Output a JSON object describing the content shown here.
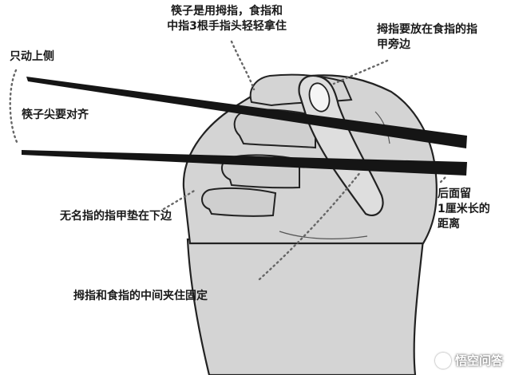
{
  "labels": {
    "top_center_line1": "筷子是用拇指，食指和",
    "top_center_line2": "中指3根手指头轻轻拿住",
    "top_right_line1": "拇指要放在食指的指",
    "top_right_line2": "甲旁边",
    "left_top": "只动上侧",
    "left_middle": "筷子尖要对齐",
    "ring_finger": "无名指的指甲垫在下边",
    "right_bottom_line1": "后面留",
    "right_bottom_line2": "1厘米长的",
    "right_bottom_line3": "距离",
    "bottom_center": "拇指和食指的中间夹住固定"
  },
  "watermark": {
    "text": "悟空问答"
  },
  "colors": {
    "hand_fill": "#d4d4d4",
    "hand_outline": "#222222",
    "chopstick": "#151515",
    "dot_leader": "#666666",
    "label_text": "#1a1a1a"
  }
}
